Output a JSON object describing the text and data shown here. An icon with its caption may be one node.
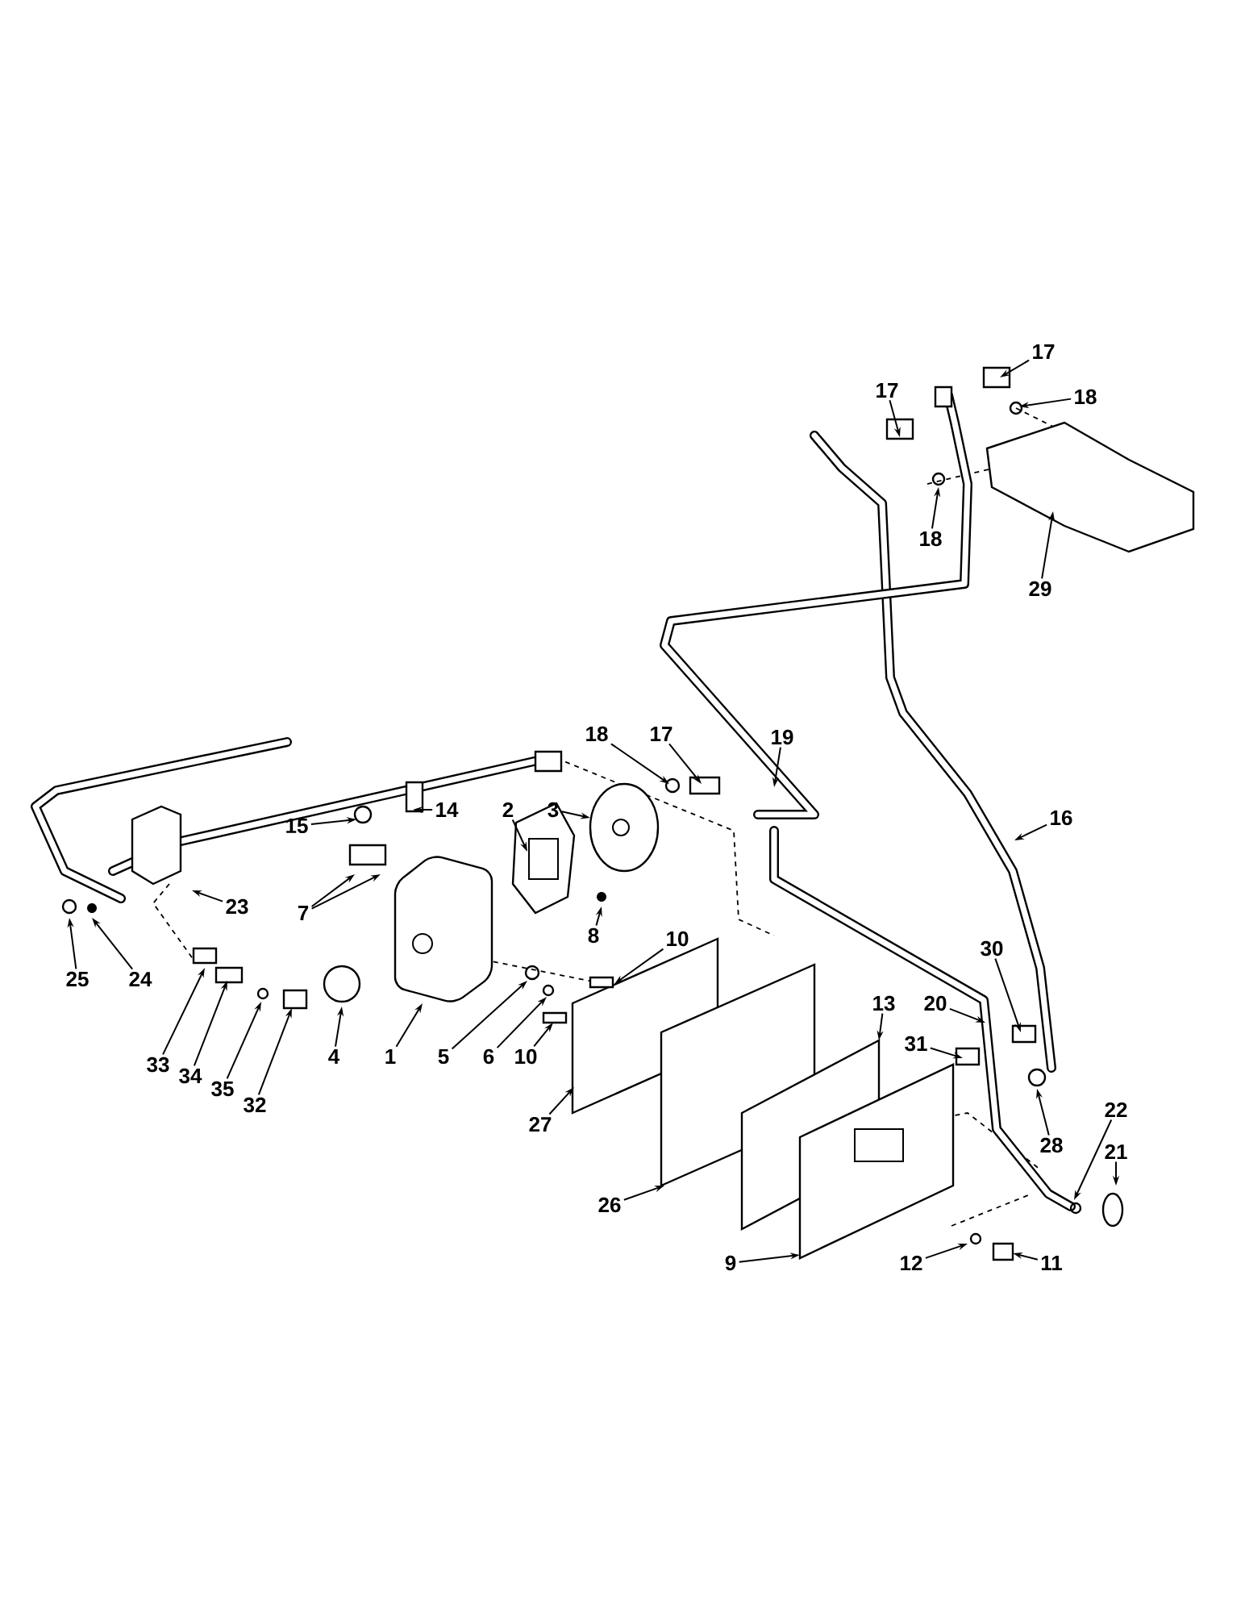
{
  "diagram": {
    "nodes": [
      {
        "text": [
          "17"
        ]
      },
      {
        "text": [
          "17"
        ]
      },
      {
        "text": [
          "18"
        ]
      },
      {
        "text": [
          "18"
        ]
      },
      {
        "text": [
          "29"
        ]
      },
      {
        "text": [
          "18"
        ]
      },
      {
        "text": [
          "17"
        ]
      },
      {
        "text": [
          "19"
        ]
      },
      {
        "text": [
          "14"
        ]
      },
      {
        "text": [
          "2"
        ]
      },
      {
        "text": [
          "3"
        ]
      },
      {
        "text": [
          "16"
        ]
      },
      {
        "text": [
          "15"
        ]
      },
      {
        "text": [
          "7"
        ]
      },
      {
        "text": [
          "23"
        ]
      },
      {
        "text": [
          "8"
        ]
      },
      {
        "text": [
          "10"
        ]
      },
      {
        "text": [
          "30"
        ]
      },
      {
        "text": [
          "25"
        ]
      },
      {
        "text": [
          "24"
        ]
      },
      {
        "text": [
          "13"
        ]
      },
      {
        "text": [
          "20"
        ]
      },
      {
        "text": [
          "31"
        ]
      },
      {
        "text": [
          "1"
        ]
      },
      {
        "text": [
          "5"
        ]
      },
      {
        "text": [
          "6"
        ]
      },
      {
        "text": [
          "10"
        ]
      },
      {
        "text": [
          "33"
        ]
      },
      {
        "text": [
          "34"
        ]
      },
      {
        "text": [
          "4"
        ]
      },
      {
        "text": [
          "35"
        ]
      },
      {
        "text": [
          "32"
        ]
      },
      {
        "text": [
          "27"
        ]
      },
      {
        "text": [
          "22"
        ]
      },
      {
        "text": [
          "28"
        ]
      },
      {
        "text": [
          "21"
        ]
      },
      {
        "text": [
          "26"
        ]
      },
      {
        "text": [
          "9"
        ]
      },
      {
        "text": [
          "12"
        ]
      },
      {
        "text": [
          "11"
        ]
      }
    ],
    "edges": [
      {
        "from": 0,
        "to": null,
        "arrow": "to"
      },
      {
        "from": 1,
        "to": null,
        "arrow": "to"
      },
      {
        "from": 2,
        "to": null,
        "arrow": "to"
      },
      {
        "from": 3,
        "to": null,
        "arrow": "to"
      },
      {
        "from": 4,
        "to": null,
        "arrow": "to"
      },
      {
        "from": 5,
        "to": null,
        "arrow": "to"
      },
      {
        "from": 6,
        "to": null,
        "arrow": "to"
      },
      {
        "from": 7,
        "to": null,
        "arrow": "to"
      },
      {
        "from": 8,
        "to": null,
        "arrow": "to"
      },
      {
        "from": 9,
        "to": null,
        "arrow": "to"
      },
      {
        "from": 10,
        "to": null,
        "arrow": "to"
      },
      {
        "from": 11,
        "to": null,
        "arrow": "to"
      },
      {
        "from": 12,
        "to": null,
        "arrow": "to"
      },
      {
        "from": 13,
        "to": null,
        "arrow": "to"
      },
      {
        "from": 13,
        "to": null,
        "arrow": "to"
      },
      {
        "from": 14,
        "to": null,
        "arrow": "to"
      },
      {
        "from": 15,
        "to": null,
        "arrow": "to"
      },
      {
        "from": 16,
        "to": null,
        "arrow": "to"
      },
      {
        "from": 17,
        "to": null,
        "arrow": "to"
      },
      {
        "from": 18,
        "to": null,
        "arrow": "to"
      },
      {
        "from": 19,
        "to": null,
        "arrow": "to"
      },
      {
        "from": 20,
        "to": null,
        "arrow": "to"
      },
      {
        "from": 21,
        "to": null,
        "arrow": "to"
      },
      {
        "from": 22,
        "to": null,
        "arrow": "to"
      },
      {
        "from": 23,
        "to": null,
        "arrow": "to"
      },
      {
        "from": 24,
        "to": null,
        "arrow": "to"
      },
      {
        "from": 25,
        "to": null,
        "arrow": "to"
      },
      {
        "from": 26,
        "to": null,
        "arrow": "to"
      },
      {
        "from": 27,
        "to": null,
        "arrow": "to"
      },
      {
        "from": 28,
        "to": null,
        "arrow": "to"
      },
      {
        "from": 29,
        "to": null,
        "arrow": "to"
      },
      {
        "from": 30,
        "to": null,
        "arrow": "to"
      },
      {
        "from": 31,
        "to": null,
        "arrow": "to"
      },
      {
        "from": 32,
        "to": null,
        "arrow": "to"
      },
      {
        "from": 33,
        "to": null,
        "arrow": "to"
      },
      {
        "from": 34,
        "to": null,
        "arrow": "to"
      },
      {
        "from": 35,
        "to": null,
        "arrow": "to"
      },
      {
        "from": 36,
        "to": null,
        "arrow": "to"
      },
      {
        "from": 37,
        "to": null,
        "arrow": "to"
      },
      {
        "from": 38,
        "to": null,
        "arrow": "to"
      },
      {
        "from": 39,
        "to": null,
        "arrow": "to"
      }
    ]
  }
}
